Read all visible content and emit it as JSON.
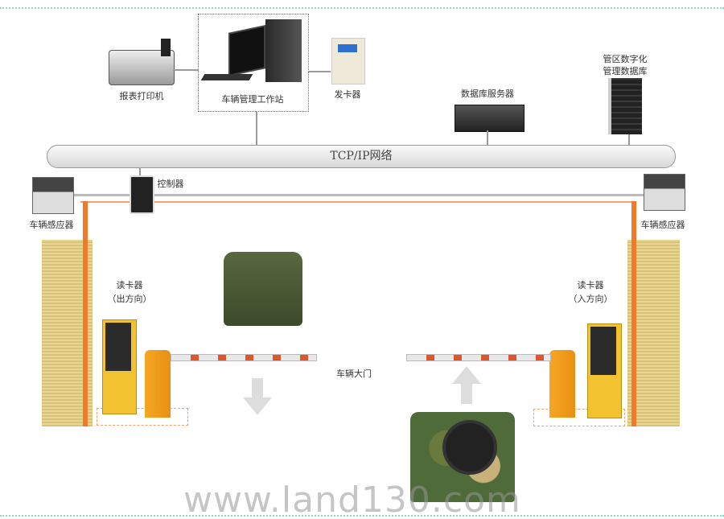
{
  "devices": {
    "printer": "报表打印机",
    "workstation": "车辆管理工作站",
    "card_issuer": "发卡器",
    "db_server": "数据库服务器",
    "district_db_line1": "管区数字化",
    "district_db_line2": "管理数据库",
    "network": "TCP/IP网络",
    "controller": "控制器",
    "sensor_left": "车辆感应器",
    "sensor_right": "车辆感应器",
    "reader_left": "读卡器",
    "reader_left_dir": "（出方向）",
    "reader_right": "读卡器",
    "reader_right_dir": "（入方向）",
    "gate": "车辆大门"
  },
  "watermark": "www.land130.com",
  "colors": {
    "accent_orange": "#f07a2a",
    "dotted_border": "#8fd6c6",
    "reader_yellow": "#f2c230"
  }
}
